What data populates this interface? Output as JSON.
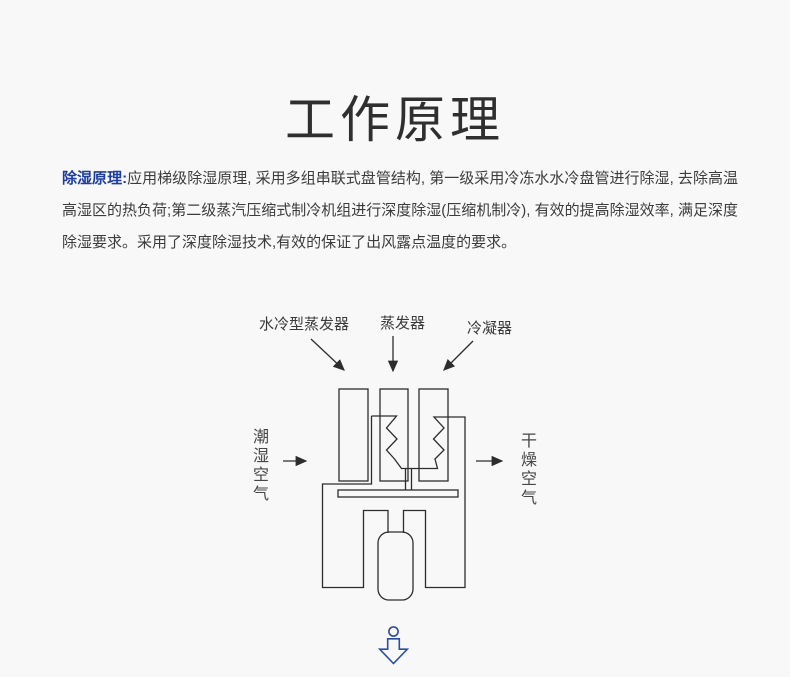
{
  "page": {
    "title": "工作原理",
    "background_color": "#f8f8f8"
  },
  "intro": {
    "lead": "除湿原理:",
    "lead_color": "#1e3d9c",
    "body": "应用梯级除湿原理, 采用多组串联式盘管结构, 第一级采用冷冻水水冷盘管进行除湿, 去除高温高湿区的热负荷;第二级蒸汽压缩式制冷机组进行深度除湿(压缩机制冷), 有效的提高除湿效率, 满足深度除湿要求。采用了深度除湿技术,有效的保证了出风露点温度的要求。"
  },
  "diagram": {
    "line_color": "#2d2d2d",
    "labels": {
      "water_cooled_evaporator": "水冷型蒸发器",
      "evaporator": "蒸发器",
      "condenser": "冷凝器",
      "humid_air": "潮湿空气",
      "dry_air": "干燥空气"
    }
  },
  "footer": {
    "scroll_icon": "scroll-down-arrow",
    "scroll_icon_color": "#2d4e9f"
  }
}
